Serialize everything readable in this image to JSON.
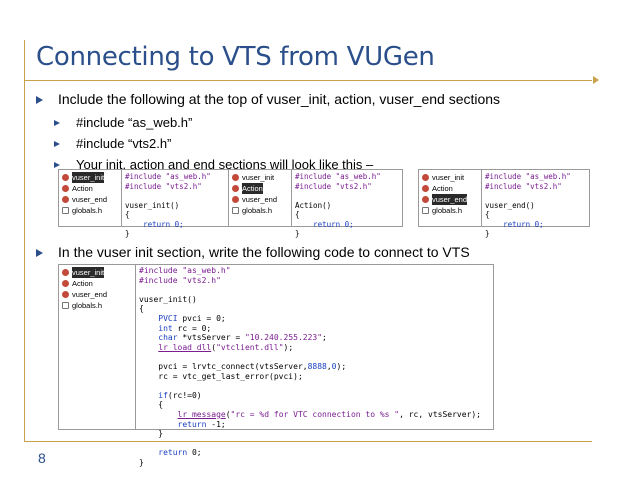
{
  "slide": {
    "title": "Connecting to VTS from VUGen",
    "page_number": "8"
  },
  "bullets": {
    "b1": "Include the following at the top of vuser_init, action, vuser_end sections",
    "sub1": "#include “as_web.h”",
    "sub2": "#include “vts2.h”",
    "sub3": "Your init, action and end sections will look like this –",
    "b2": "In the vuser init section, write the following code to connect to VTS"
  },
  "tree": {
    "items": [
      "vuser_init",
      "Action",
      "vuser_end",
      "globals.h"
    ]
  },
  "panels": {
    "p1": {
      "inc1": "#include \"as_web.h\"",
      "inc2": "#include \"vts2.h\"",
      "func": "vuser_init()",
      "open": "{",
      "ret": "return 0;",
      "close": "}"
    },
    "p2": {
      "inc1": "#include \"as_web.h\"",
      "inc2": "#include \"vts2.h\"",
      "func": "Action()",
      "open": "{",
      "ret": "return 0;",
      "close": "}"
    },
    "p3": {
      "inc1": "#include \"as_web.h\"",
      "inc2": "#include \"vts2.h\"",
      "func": "vuser_end()",
      "open": "{",
      "ret": "return 0;",
      "close": "}"
    }
  },
  "main_code": {
    "l1": "#include \"as_web.h\"",
    "l2": "#include \"vts2.h\"",
    "l3": "vuser_init()",
    "l4": "{",
    "l5_kw": "PVCI",
    "l5": " pvci = 0;",
    "l6_kw": "int",
    "l6": " rc = 0;",
    "l7_kw": "char",
    "l7": " *vtsServer = ",
    "l7_str": "\"10.240.255.223\"",
    "l7_end": ";",
    "l8_fn": "lr_load_dll",
    "l8": "(",
    "l8_str": "\"vtclient.dll\"",
    "l8_end": ");",
    "l9": "pvci = lrvtc_connect(vtsServer,",
    "l9_num": "8888",
    "l9_mid": ",",
    "l9_num2": "0",
    "l9_end": ");",
    "l10": "rc = vtc_get_last_error(pvci);",
    "l11_kw": "if",
    "l11": "(rc!=0)",
    "l12": "{",
    "l13_fn": "lr_message",
    "l13": "(",
    "l13_str": "\"rc = %d for VTC connection to %s \"",
    "l13_end": ", rc, vtsServer);",
    "l14_kw": "return",
    "l14": " -1;",
    "l15": "}",
    "l16_kw": "return",
    "l16": " 0;",
    "l17": "}"
  }
}
